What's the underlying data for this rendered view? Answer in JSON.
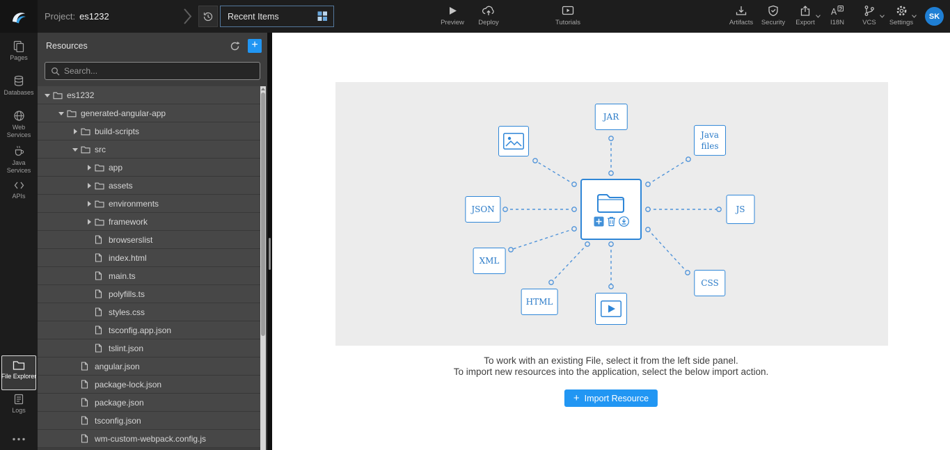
{
  "topbar": {
    "project_label": "Project:",
    "project_name": "es1232",
    "recent_items_label": "Recent Items",
    "center_actions": [
      {
        "label": "Preview"
      },
      {
        "label": "Deploy"
      },
      {
        "label": "Tutorials"
      }
    ],
    "right_actions": [
      {
        "label": "Artifacts"
      },
      {
        "label": "Security"
      },
      {
        "label": "Export"
      },
      {
        "label": "I18N"
      },
      {
        "label": "VCS"
      },
      {
        "label": "Settings"
      }
    ],
    "avatar_initials": "SK"
  },
  "rail": {
    "items": [
      {
        "label": "Pages"
      },
      {
        "label": "Databases"
      },
      {
        "label": "Web Services"
      },
      {
        "label": "Java Services"
      },
      {
        "label": "APIs"
      },
      {
        "label": "File Explorer",
        "active": true
      },
      {
        "label": "Logs"
      }
    ]
  },
  "resources": {
    "title": "Resources",
    "search_placeholder": "Search...",
    "tree": [
      {
        "label": "es1232",
        "level": 0,
        "type": "folder",
        "state": "expanded"
      },
      {
        "label": "generated-angular-app",
        "level": 1,
        "type": "folder",
        "state": "expanded"
      },
      {
        "label": "build-scripts",
        "level": 2,
        "type": "folder",
        "state": "collapsed"
      },
      {
        "label": "src",
        "level": 2,
        "type": "folder",
        "state": "expanded"
      },
      {
        "label": "app",
        "level": 3,
        "type": "folder",
        "state": "collapsed"
      },
      {
        "label": "assets",
        "level": 3,
        "type": "folder",
        "state": "collapsed"
      },
      {
        "label": "environments",
        "level": 3,
        "type": "folder",
        "state": "collapsed"
      },
      {
        "label": "framework",
        "level": 3,
        "type": "folder",
        "state": "collapsed"
      },
      {
        "label": "browserslist",
        "level": 3,
        "type": "file"
      },
      {
        "label": "index.html",
        "level": 3,
        "type": "file"
      },
      {
        "label": "main.ts",
        "level": 3,
        "type": "file"
      },
      {
        "label": "polyfills.ts",
        "level": 3,
        "type": "file"
      },
      {
        "label": "styles.css",
        "level": 3,
        "type": "file"
      },
      {
        "label": "tsconfig.app.json",
        "level": 3,
        "type": "file"
      },
      {
        "label": "tslint.json",
        "level": 3,
        "type": "file"
      },
      {
        "label": "angular.json",
        "level": 2,
        "type": "file"
      },
      {
        "label": "package-lock.json",
        "level": 2,
        "type": "file"
      },
      {
        "label": "package.json",
        "level": 2,
        "type": "file"
      },
      {
        "label": "tsconfig.json",
        "level": 2,
        "type": "file"
      },
      {
        "label": "wm-custom-webpack.config.js",
        "level": 2,
        "type": "file"
      }
    ]
  },
  "main": {
    "diagram": {
      "jar": "JAR",
      "java_files": "Java files",
      "json": "JSON",
      "js": "JS",
      "xml": "XML",
      "css": "CSS",
      "html": "HTML"
    },
    "instruction_line1": "To work with an existing File, select it from the left side panel.",
    "instruction_line2": "To import new resources into the application, select the below import action.",
    "import_button_label": "Import Resource"
  },
  "colors": {
    "accent_blue": "#2196f3",
    "diagram_blue": "#2f86d7",
    "topbar_bg": "#1d1d1d",
    "panel_bg": "#3d3d3d",
    "canvas_bg": "#ececec"
  }
}
